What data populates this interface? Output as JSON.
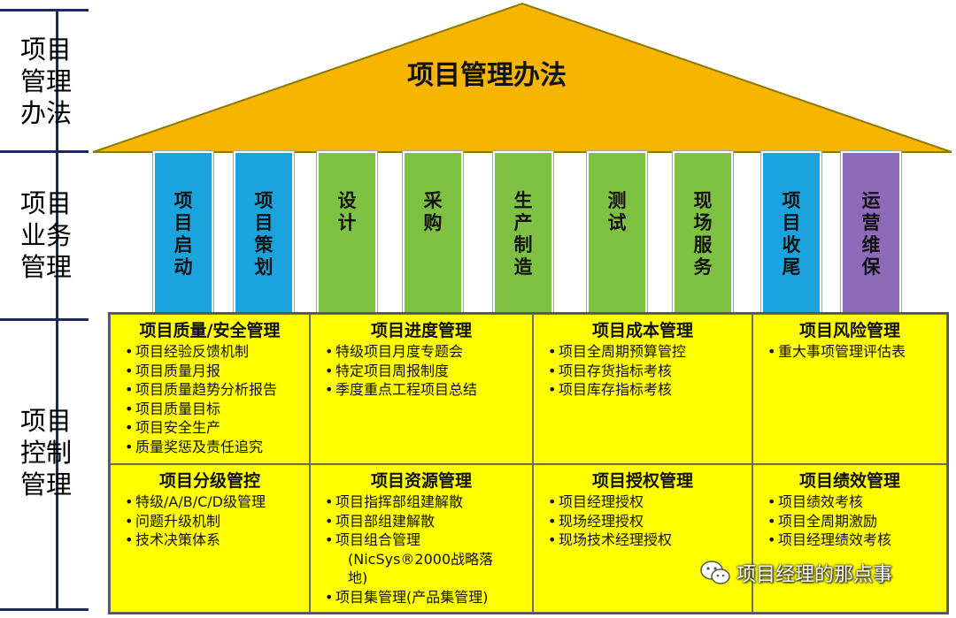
{
  "layers": [
    {
      "label": "项目\n管理\n办法"
    },
    {
      "label": "项目\n业务\n管理"
    },
    {
      "label": "项目\n控制\n管理"
    }
  ],
  "roof": {
    "title": "项目管理办法",
    "color": "#f7b500"
  },
  "pillars": [
    {
      "label": "项目启动",
      "color": "#1aa3dc"
    },
    {
      "label": "项目策划",
      "color": "#1aa3dc"
    },
    {
      "label": "设计",
      "color": "#7fc142"
    },
    {
      "label": "采购",
      "color": "#7fc142"
    },
    {
      "label": "生产制造",
      "color": "#7fc142"
    },
    {
      "label": "测试",
      "color": "#7fc142"
    },
    {
      "label": "现场服务",
      "color": "#7fc142"
    },
    {
      "label": "项目收尾",
      "color": "#1aa3dc"
    },
    {
      "label": "运营维保",
      "color": "#8e6bb8"
    }
  ],
  "control": [
    {
      "title": "项目质量/安全管理",
      "items": [
        "项目经验反馈机制",
        "项目质量月报",
        "项目质量趋势分析报告",
        "项目质量目标",
        "项目安全生产",
        "质量奖惩及责任追究"
      ]
    },
    {
      "title": "项目进度管理",
      "items": [
        "特级项目月度专题会",
        "特定项目周报制度",
        "季度重点工程项目总结"
      ]
    },
    {
      "title": "项目成本管理",
      "items": [
        "项目全周期预算管控",
        "项目存货指标考核",
        "项目库存指标考核"
      ]
    },
    {
      "title": "项目风险管理",
      "items": [
        "重大事项管理评估表"
      ]
    },
    {
      "title": "项目分级管控",
      "items": [
        "特级/A/B/C/D级管理",
        "问题升级机制",
        "技术决策体系"
      ]
    },
    {
      "title": "项目资源管理",
      "items": [
        "项目指挥部组建解散",
        "项目部组建解散",
        "项目组合管理",
        "项目集管理(产品集管理)"
      ],
      "continuation": [
        "(NicSys®2000战略落",
        "地)"
      ]
    },
    {
      "title": "项目授权管理",
      "items": [
        "项目经理授权",
        "现场经理授权",
        "现场技术经理授权"
      ]
    },
    {
      "title": "项目绩效管理",
      "items": [
        "项目绩效考核",
        "项目全周期激励",
        "项目经理绩效考核"
      ]
    }
  ],
  "watermark": {
    "text": "项目经理的那点事",
    "icon": "wechat-icon"
  }
}
